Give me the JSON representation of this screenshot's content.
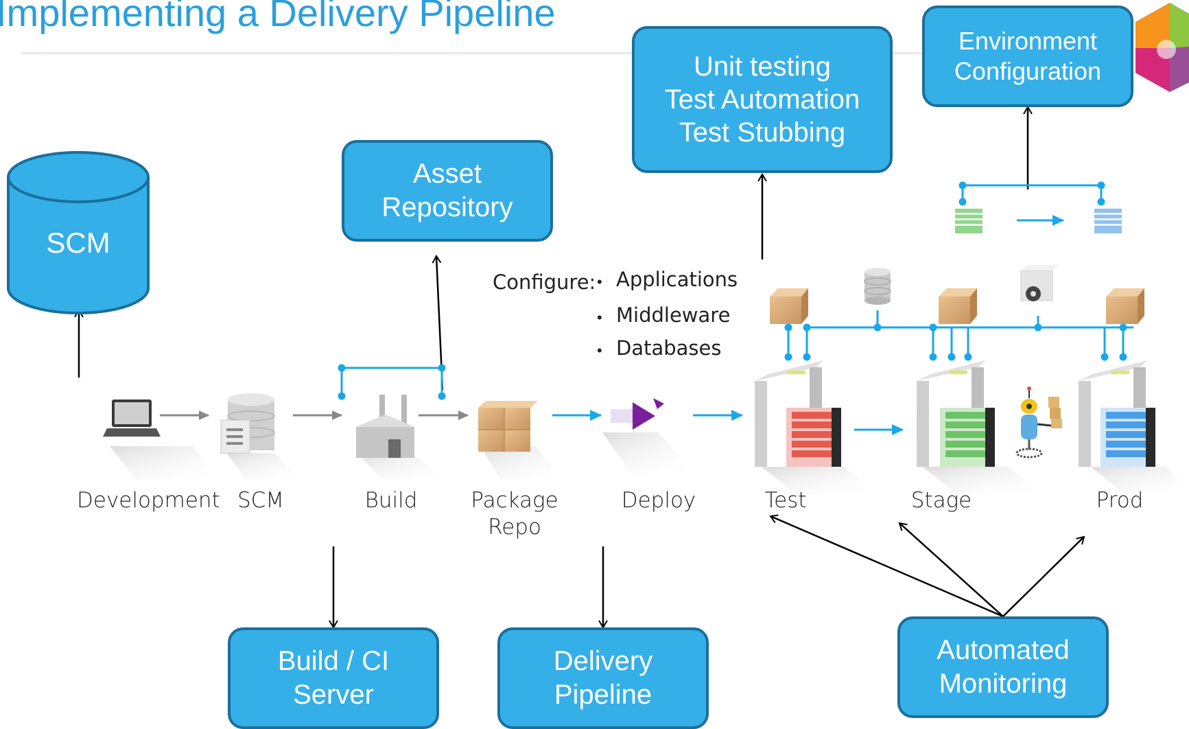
{
  "page_title": "Implementing a Delivery Pipeline",
  "callouts": {
    "scm": "SCM",
    "asset_repository": "Asset\nRepository",
    "unit_testing": "Unit testing\nTest Automation\nTest Stubbing",
    "environment_configuration": "Environment\nConfiguration",
    "build_ci_server": "Build / CI\nServer",
    "delivery_pipeline": "Delivery\nPipeline",
    "automated_monitoring": "Automated\nMonitoring"
  },
  "stages": {
    "development": "Development",
    "scm": "SCM",
    "build": "Build",
    "package_repo": "Package\nRepo",
    "deploy": "Deploy",
    "test": "Test",
    "stage": "Stage",
    "prod": "Prod"
  },
  "configure": {
    "label": "Configure:",
    "items": [
      "Applications",
      "Middleware",
      "Databases"
    ]
  },
  "colors": {
    "callout_fill": "#35afe8",
    "callout_border": "#1a6f9c",
    "title": "#2a9fdc",
    "connector_blue": "#1aa7e6"
  }
}
